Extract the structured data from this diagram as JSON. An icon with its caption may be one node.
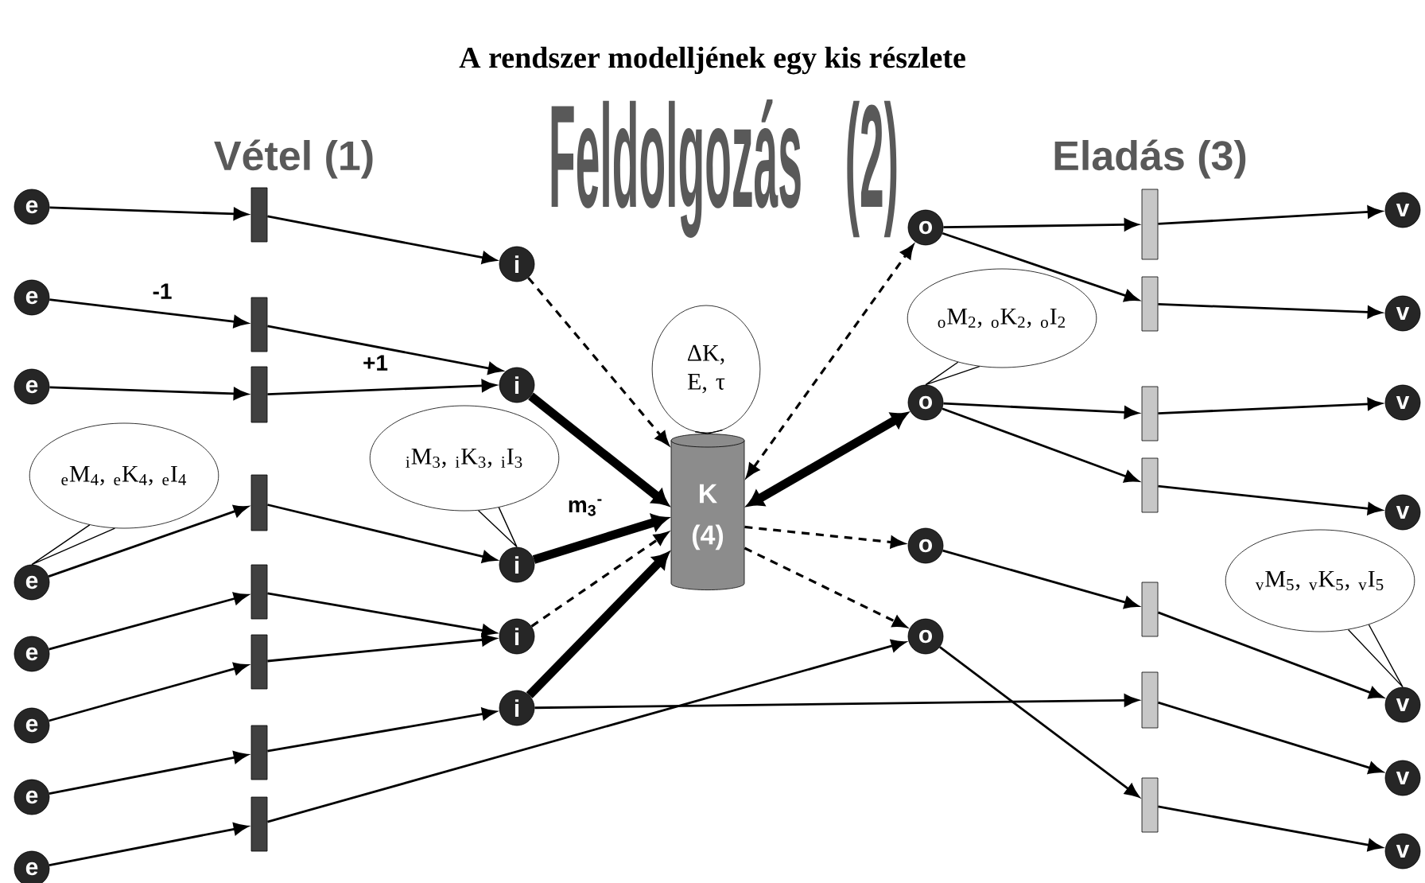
{
  "diagram": {
    "title": "A rendszer modelljének egy kis részlete",
    "nodes": [
      {
        "text": [
          "e"
        ]
      },
      {
        "text": [
          "e"
        ]
      },
      {
        "text": [
          "e"
        ]
      },
      {
        "text": [
          "e"
        ]
      },
      {
        "text": [
          "e"
        ]
      },
      {
        "text": [
          "e"
        ]
      },
      {
        "text": [
          "e"
        ]
      },
      {
        "text": [
          "e"
        ]
      },
      {
        "text": [],
        "shape": "bar"
      },
      {
        "text": [],
        "shape": "bar"
      },
      {
        "text": [],
        "shape": "bar"
      },
      {
        "text": [],
        "shape": "bar"
      },
      {
        "text": [],
        "shape": "bar"
      },
      {
        "text": [],
        "shape": "bar"
      },
      {
        "text": [],
        "shape": "bar"
      },
      {
        "text": [],
        "shape": "bar"
      },
      {
        "text": [
          "i"
        ]
      },
      {
        "text": [
          "i"
        ]
      },
      {
        "text": [
          "i"
        ]
      },
      {
        "text": [
          "i"
        ]
      },
      {
        "text": [
          "i"
        ]
      },
      {
        "text": [
          "K",
          "(4)"
        ]
      },
      {
        "text": [
          "o"
        ]
      },
      {
        "text": [
          "o"
        ]
      },
      {
        "text": [
          "o"
        ]
      },
      {
        "text": [
          "o"
        ]
      },
      {
        "text": [],
        "shape": "bar"
      },
      {
        "text": [],
        "shape": "bar"
      },
      {
        "text": [],
        "shape": "bar"
      },
      {
        "text": [],
        "shape": "bar"
      },
      {
        "text": [],
        "shape": "bar"
      },
      {
        "text": [],
        "shape": "bar"
      },
      {
        "text": [],
        "shape": "bar"
      },
      {
        "text": [
          "v"
        ]
      },
      {
        "text": [
          "v"
        ]
      },
      {
        "text": [
          "v"
        ]
      },
      {
        "text": [
          "v"
        ]
      },
      {
        "text": [
          "v"
        ]
      },
      {
        "text": [
          "v"
        ]
      },
      {
        "text": [
          "v"
        ]
      },
      {
        "text": [
          "$_{e}$M$_{4}$, $_{e}$K$_{4}$, $_{e}$I$_{4}$"
        ]
      },
      {
        "text": [
          "$_{i}$M$_{3}$, $_{i}$K$_{3}$, $_{i}$I$_{3}$"
        ]
      },
      {
        "text": [
          "ΔK, E, τ"
        ]
      },
      {
        "text": [
          "$_{o}$M$_{2}$, $_{o}$K$_{2}$, $_{o}$I$_{2}$"
        ]
      },
      {
        "text": [
          "$_{v}$M$_{5}$, $_{v}$K$_{5}$, $_{v}$I$_{5}$"
        ]
      }
    ],
    "edges": [
      {
        "from": 0,
        "to": 8,
        "arrow": "to"
      },
      {
        "from": 1,
        "to": 9,
        "arrow": "to",
        "label": "-1"
      },
      {
        "from": 2,
        "to": 10,
        "arrow": "to"
      },
      {
        "from": 3,
        "to": 11,
        "arrow": "to"
      },
      {
        "from": 4,
        "to": 12,
        "arrow": "to"
      },
      {
        "from": 5,
        "to": 13,
        "arrow": "to"
      },
      {
        "from": 6,
        "to": 14,
        "arrow": "to"
      },
      {
        "from": 7,
        "to": 15,
        "arrow": "to"
      },
      {
        "from": 8,
        "to": 16,
        "arrow": "to"
      },
      {
        "from": 9,
        "to": 17,
        "arrow": "to",
        "label": "+1"
      },
      {
        "from": 10,
        "to": 17,
        "arrow": "to"
      },
      {
        "from": 11,
        "to": 18,
        "arrow": "to"
      },
      {
        "from": 12,
        "to": 19,
        "arrow": "to"
      },
      {
        "from": 13,
        "to": 19,
        "arrow": "to"
      },
      {
        "from": 14,
        "to": 20,
        "arrow": "to"
      },
      {
        "from": 15,
        "to": 25,
        "arrow": "to"
      },
      {
        "from": 16,
        "to": 21,
        "arrow": "to",
        "style": "dashed"
      },
      {
        "from": 17,
        "to": 21,
        "arrow": "to",
        "style": "thick"
      },
      {
        "from": 18,
        "to": 21,
        "arrow": "to",
        "style": "thick",
        "label": "m$_{3}$$^{-}$"
      },
      {
        "from": 19,
        "to": 21,
        "arrow": "to",
        "style": "dashed"
      },
      {
        "from": 20,
        "to": 21,
        "arrow": "to",
        "style": "thick"
      },
      {
        "from": 21,
        "to": 22,
        "arrow": "both",
        "style": "dashed"
      },
      {
        "from": 21,
        "to": 23,
        "arrow": "both",
        "style": "thick"
      },
      {
        "from": 21,
        "to": 24,
        "arrow": "to",
        "style": "dashed"
      },
      {
        "from": 21,
        "to": 25,
        "arrow": "to",
        "style": "dashed"
      },
      {
        "from": 22,
        "to": 26,
        "arrow": "to"
      },
      {
        "from": 22,
        "to": 27,
        "arrow": "to"
      },
      {
        "from": 23,
        "to": 28,
        "arrow": "to"
      },
      {
        "from": 23,
        "to": 29,
        "arrow": "to"
      },
      {
        "from": 24,
        "to": 30,
        "arrow": "to"
      },
      {
        "from": 20,
        "to": 31,
        "arrow": "to"
      },
      {
        "from": 25,
        "to": 32,
        "arrow": "to"
      },
      {
        "from": 26,
        "to": 33,
        "arrow": "to"
      },
      {
        "from": 27,
        "to": 34,
        "arrow": "to"
      },
      {
        "from": 28,
        "to": 35,
        "arrow": "to"
      },
      {
        "from": 29,
        "to": 36,
        "arrow": "to"
      },
      {
        "from": 30,
        "to": 37,
        "arrow": "to"
      },
      {
        "from": 31,
        "to": 38,
        "arrow": "to"
      },
      {
        "from": 32,
        "to": 39,
        "arrow": "to"
      },
      {
        "from": 40,
        "to": 3,
        "arrow": "none"
      },
      {
        "from": 41,
        "to": 18,
        "arrow": "none"
      },
      {
        "from": 42,
        "to": 21,
        "arrow": "none"
      },
      {
        "from": 43,
        "to": 23,
        "arrow": "none"
      },
      {
        "from": 44,
        "to": 37,
        "arrow": "none"
      }
    ],
    "labels": [
      "Vétel (1)",
      "Feldolgozás (2)",
      "Eladás (3)"
    ]
  }
}
